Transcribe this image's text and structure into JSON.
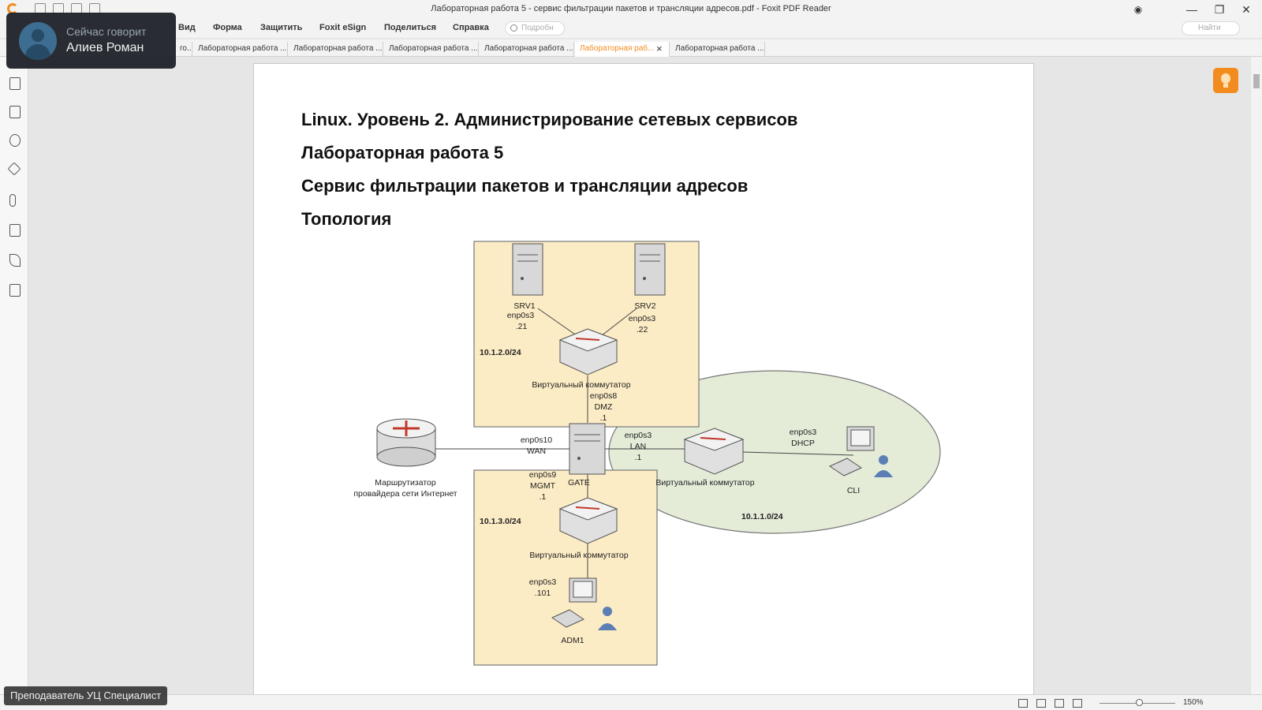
{
  "window": {
    "title": "Лабораторная работа 5 - сервис фильтрации пакетов и трансляции адресов.pdf - Foxit PDF Reader"
  },
  "menu": [
    "Вид",
    "Форма",
    "Защитить",
    "Foxit eSign",
    "Поделиться",
    "Справка"
  ],
  "tell_me_placeholder": "Подробн",
  "search_placeholder": "Найти",
  "tabs": [
    {
      "label": "го..."
    },
    {
      "label": "Лабораторная работа ..."
    },
    {
      "label": "Лабораторная работа ..."
    },
    {
      "label": "Лабораторная работа ..."
    },
    {
      "label": "Лабораторная работа ..."
    },
    {
      "label": "Лабораторная раб...",
      "active": true
    },
    {
      "label": "Лабораторная работа ..."
    }
  ],
  "speaker": {
    "label": "Сейчас говорит",
    "name": "Алиев Роман"
  },
  "document": {
    "headings": [
      "Linux. Уровень 2. Администрирование сетевых сервисов",
      "Лабораторная работа 5",
      "Сервис фильтрации пакетов и трансляции адресов",
      "Топология"
    ],
    "diagram": {
      "dmz_net": "10.1.2.0/24",
      "mgmt_net": "10.1.3.0/24",
      "lan_net": "10.1.1.0/24",
      "srv1": {
        "name": "SRV1",
        "iface": "enp0s3",
        "addr": ".21"
      },
      "srv2": {
        "name": "SRV2",
        "iface": "enp0s3",
        "addr": ".22"
      },
      "switch_label": "Виртуальный коммутатор",
      "gate": {
        "name": "GATE",
        "dmz": {
          "iface": "enp0s8",
          "zone": "DMZ",
          "addr": ".1"
        },
        "wan": {
          "iface": "enp0s10",
          "zone": "WAN"
        },
        "lan": {
          "iface": "enp0s3",
          "zone": "LAN",
          "addr": ".1"
        },
        "mgmt": {
          "iface": "enp0s9",
          "zone": "MGMT",
          "addr": ".1"
        }
      },
      "router": {
        "line1": "Маршрутизатор",
        "line2": "провайдера сети Интернет"
      },
      "cli": {
        "name": "CLI",
        "iface": "enp0s3",
        "mode": "DHCP"
      },
      "adm": {
        "name": "ADM1",
        "iface": "enp0s3",
        "addr": ".101"
      }
    }
  },
  "status": {
    "teacher_label": "Преподаватель УЦ Специалист",
    "zoom": "150%"
  },
  "colors": {
    "accent": "#f28c1e",
    "zone_fill": "#fcecc5",
    "lan_fill": "#e4ecd8"
  }
}
